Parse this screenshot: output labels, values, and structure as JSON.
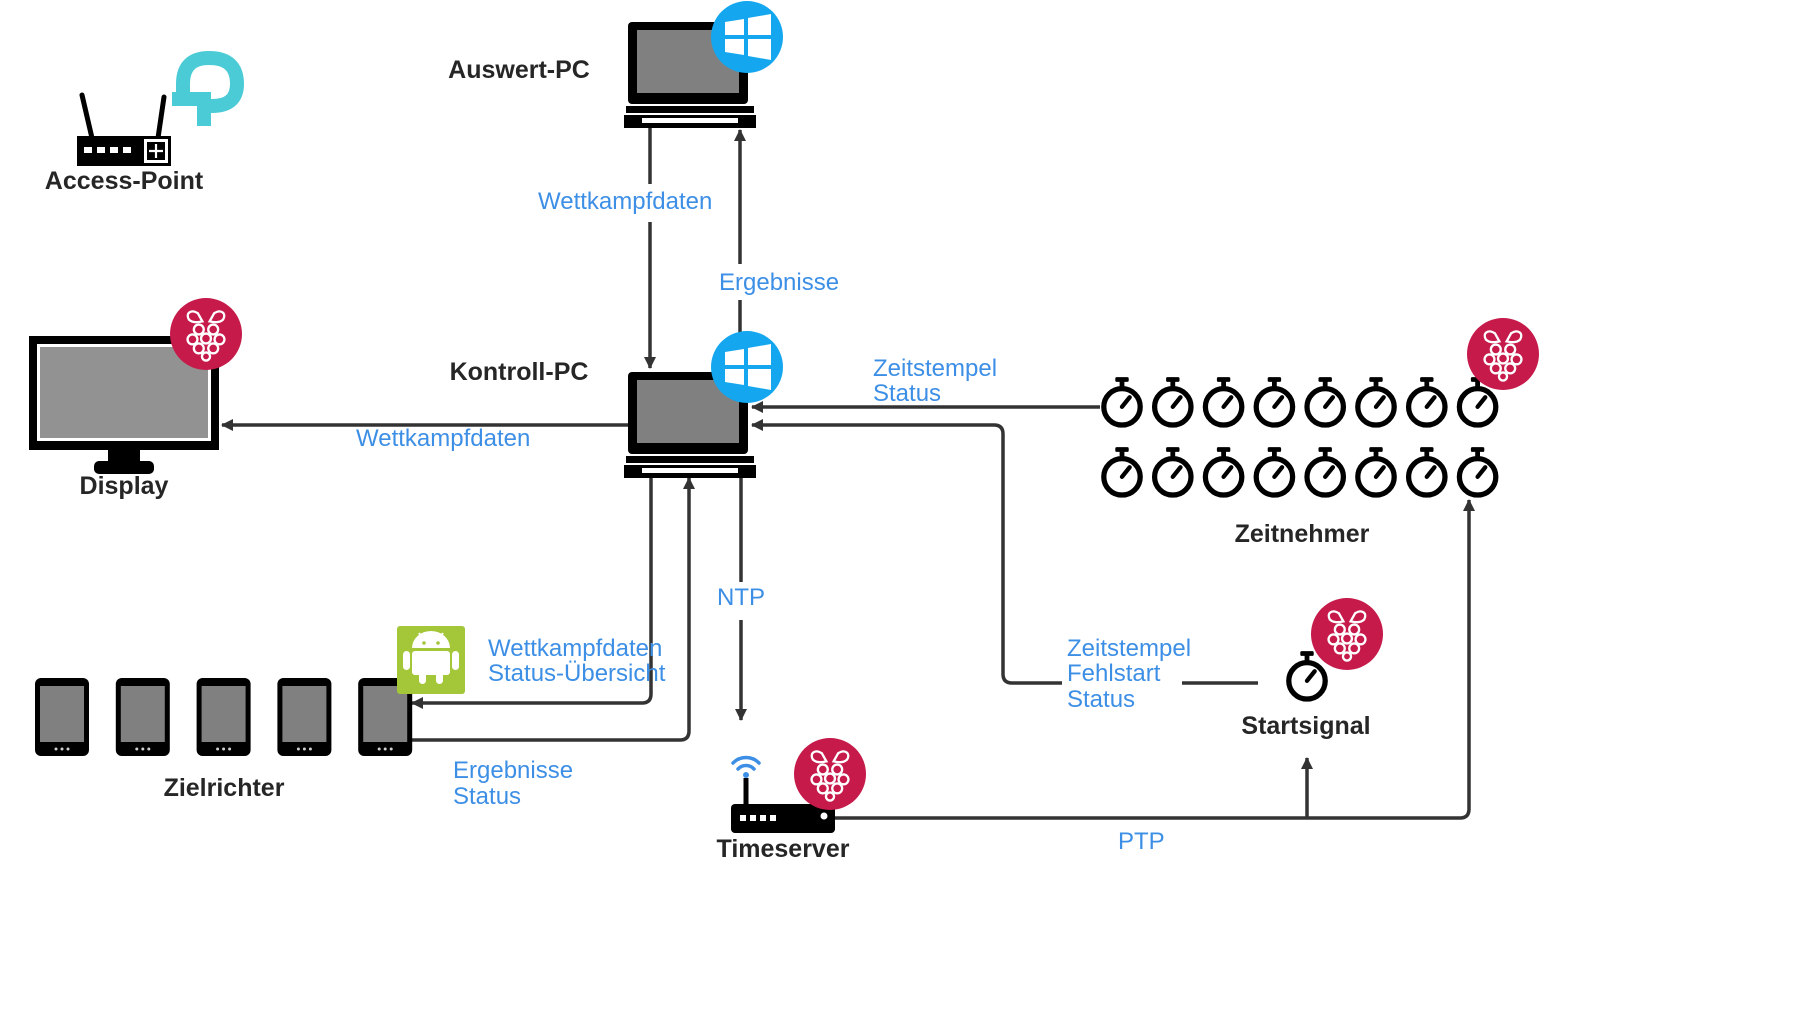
{
  "nodes": {
    "access_point": "Access-Point",
    "auswert_pc": "Auswert-PC",
    "kontroll_pc": "Kontroll-PC",
    "display": "Display",
    "zeitnehmer": "Zeitnehmer",
    "startsignal": "Startsignal",
    "zielrichter": "Zielrichter",
    "timeserver": "Timeserver"
  },
  "edges": {
    "auswert_to_kontroll": "Wettkampfdaten",
    "kontroll_to_auswert": "Ergebnisse",
    "kontroll_to_display": "Wettkampfdaten",
    "zeitnehmer_to_kontroll": [
      "Zeitstempel",
      "Status"
    ],
    "startsignal_to_kontroll": [
      "Zeitstempel",
      "Fehlstart",
      "Status"
    ],
    "kontroll_to_zielrichter": [
      "Wettkampfdaten",
      "Status-Übersicht"
    ],
    "zielrichter_to_kontroll": [
      "Ergebnisse",
      "Status"
    ],
    "ntp": "NTP",
    "ptp": "PTP"
  },
  "icons": {
    "raspberry_pi": "raspberry-pi-icon",
    "windows": "windows-icon",
    "android": "android-icon",
    "tp_link": "tp-link-icon",
    "stopwatch": "stopwatch-icon",
    "tablet": "tablet-icon",
    "wifi": "wifi-icon"
  },
  "colors": {
    "label_blue": "#3d8fe6",
    "raspberry_red": "#c51a4a",
    "windows_blue": "#14a7ef",
    "android_green": "#a4c639",
    "tplink_teal": "#4acbd6"
  },
  "counts": {
    "stopwatches": 16,
    "tablets": 5
  }
}
